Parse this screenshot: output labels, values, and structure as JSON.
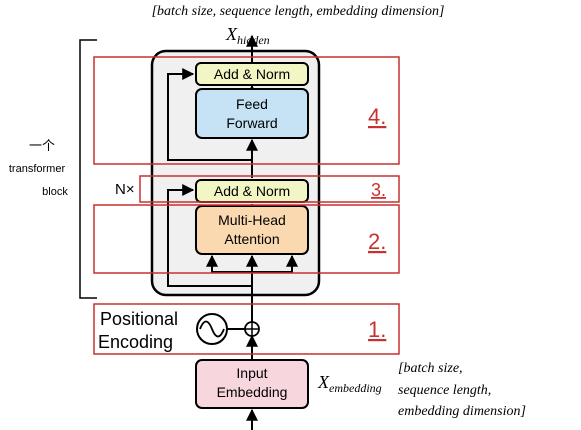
{
  "top_label": "[batch size,  sequence length,  embedding dimension]",
  "x_hidden": {
    "base": "X",
    "sub": "hidden"
  },
  "x_embedding": {
    "base": "X",
    "sub": "embedding"
  },
  "block_label": {
    "line1": "一个",
    "line2": "transformer",
    "line3": "block"
  },
  "n_times": "N×",
  "blocks": {
    "add_norm_top": "Add & Norm",
    "ffn_line1": "Feed",
    "ffn_line2": "Forward",
    "add_norm_mid": "Add & Norm",
    "mha_line1": "Multi-Head",
    "mha_line2": "Attention",
    "input_line1": "Input",
    "input_line2": "Embedding"
  },
  "positional": {
    "line1": "Positional",
    "line2": "Encoding"
  },
  "region_numbers": {
    "r4": "4.",
    "r3": "3.",
    "r2": "2.",
    "r1": "1."
  },
  "right_label": {
    "line1": "[batch size,",
    "line2": "sequence length,",
    "line3": "embedding dimension]"
  },
  "colors": {
    "region": "#c8312f",
    "addnorm": "#f2f5c4",
    "ffn": "#c5e3f5",
    "mha": "#fad8b0",
    "input": "#f7d7dd",
    "block_bg": "#f0f0f0"
  }
}
